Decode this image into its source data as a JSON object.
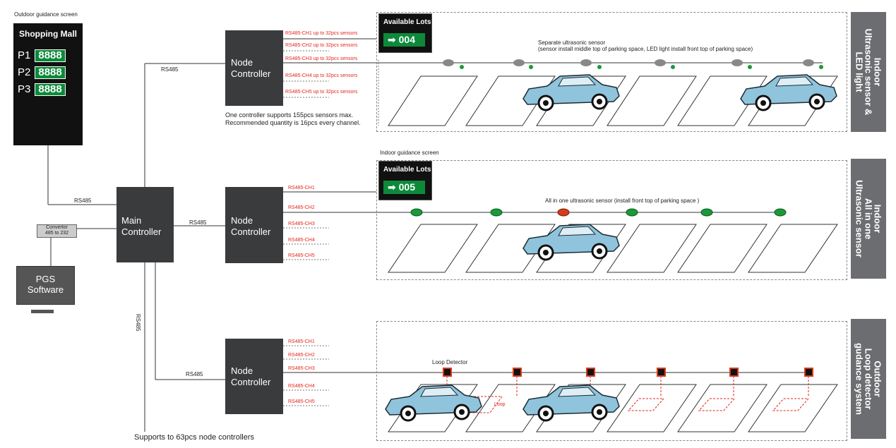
{
  "outdoor_screen": {
    "caption": "Outdoor guidance screen",
    "title": "Shopping Mall",
    "rows": [
      {
        "label": "P1",
        "value": "8888"
      },
      {
        "label": "P2",
        "value": "8888"
      },
      {
        "label": "P3",
        "value": "8888"
      }
    ]
  },
  "rs485": "RS485",
  "convertor": {
    "line1": "Convertor",
    "line2": "485 to 232"
  },
  "pgs": {
    "line1": "PGS",
    "line2": "Software"
  },
  "main_controller": {
    "line1": "Main",
    "line2": "Controller"
  },
  "node_controller": {
    "line1": "Node",
    "line2": "Controller"
  },
  "zone1": {
    "channels": [
      "RS485-CH1  up to 32pcs sensors",
      "RS485-CH2  up to 32pcs sensors",
      "RS485-CH3  up to 32pcs sensors",
      "RS485-CH4  up to 32pcs sensors",
      "RS485-CH5  up to 32pcs sensors"
    ],
    "note_line1": "One controller supports 155pcs sensors max.",
    "note_line2": "Recommended quantity is 16pcs every channel.",
    "screen_title": "Available Lots",
    "screen_value": "004",
    "sensor_title": "Separate ultrasonic sensor",
    "sensor_desc": "(sensor install middle top of parking space, LED light install front top of parking space)",
    "side_label": "Indoor\nUltrasonic sensor &\nLED light"
  },
  "zone2": {
    "screen_caption": "Indoor guidance screen",
    "channels": [
      "RS485-CH1",
      "RS485-CH2",
      "RS485-CH3",
      "RS485-CH4",
      "RS485-CH5"
    ],
    "screen_title": "Available Lots",
    "screen_value": "005",
    "sensor_desc": "All in one ultrasonic sensor (install front top of parking space )",
    "side_label": "Indoor\nAll in one\nUltrasonic sensor"
  },
  "zone3": {
    "channels": [
      "RS485-CH1",
      "RS485-CH2",
      "RS485-CH3",
      "RS485-CH4",
      "RS485-CH5"
    ],
    "detector_label": "Loop Detector",
    "loop_label": "Loop",
    "side_label": "Outdoor\nLoop detector\ngudance system"
  },
  "footer": "Supports to 63pcs node controllers",
  "colors": {
    "dark_box": "#3a3b3d",
    "sidebar": "#6b6d70",
    "led_green": "#1a9a3a",
    "led_red": "#d83a1a",
    "car_body": "#8fc4dc",
    "channel_red": "#e2261d"
  }
}
